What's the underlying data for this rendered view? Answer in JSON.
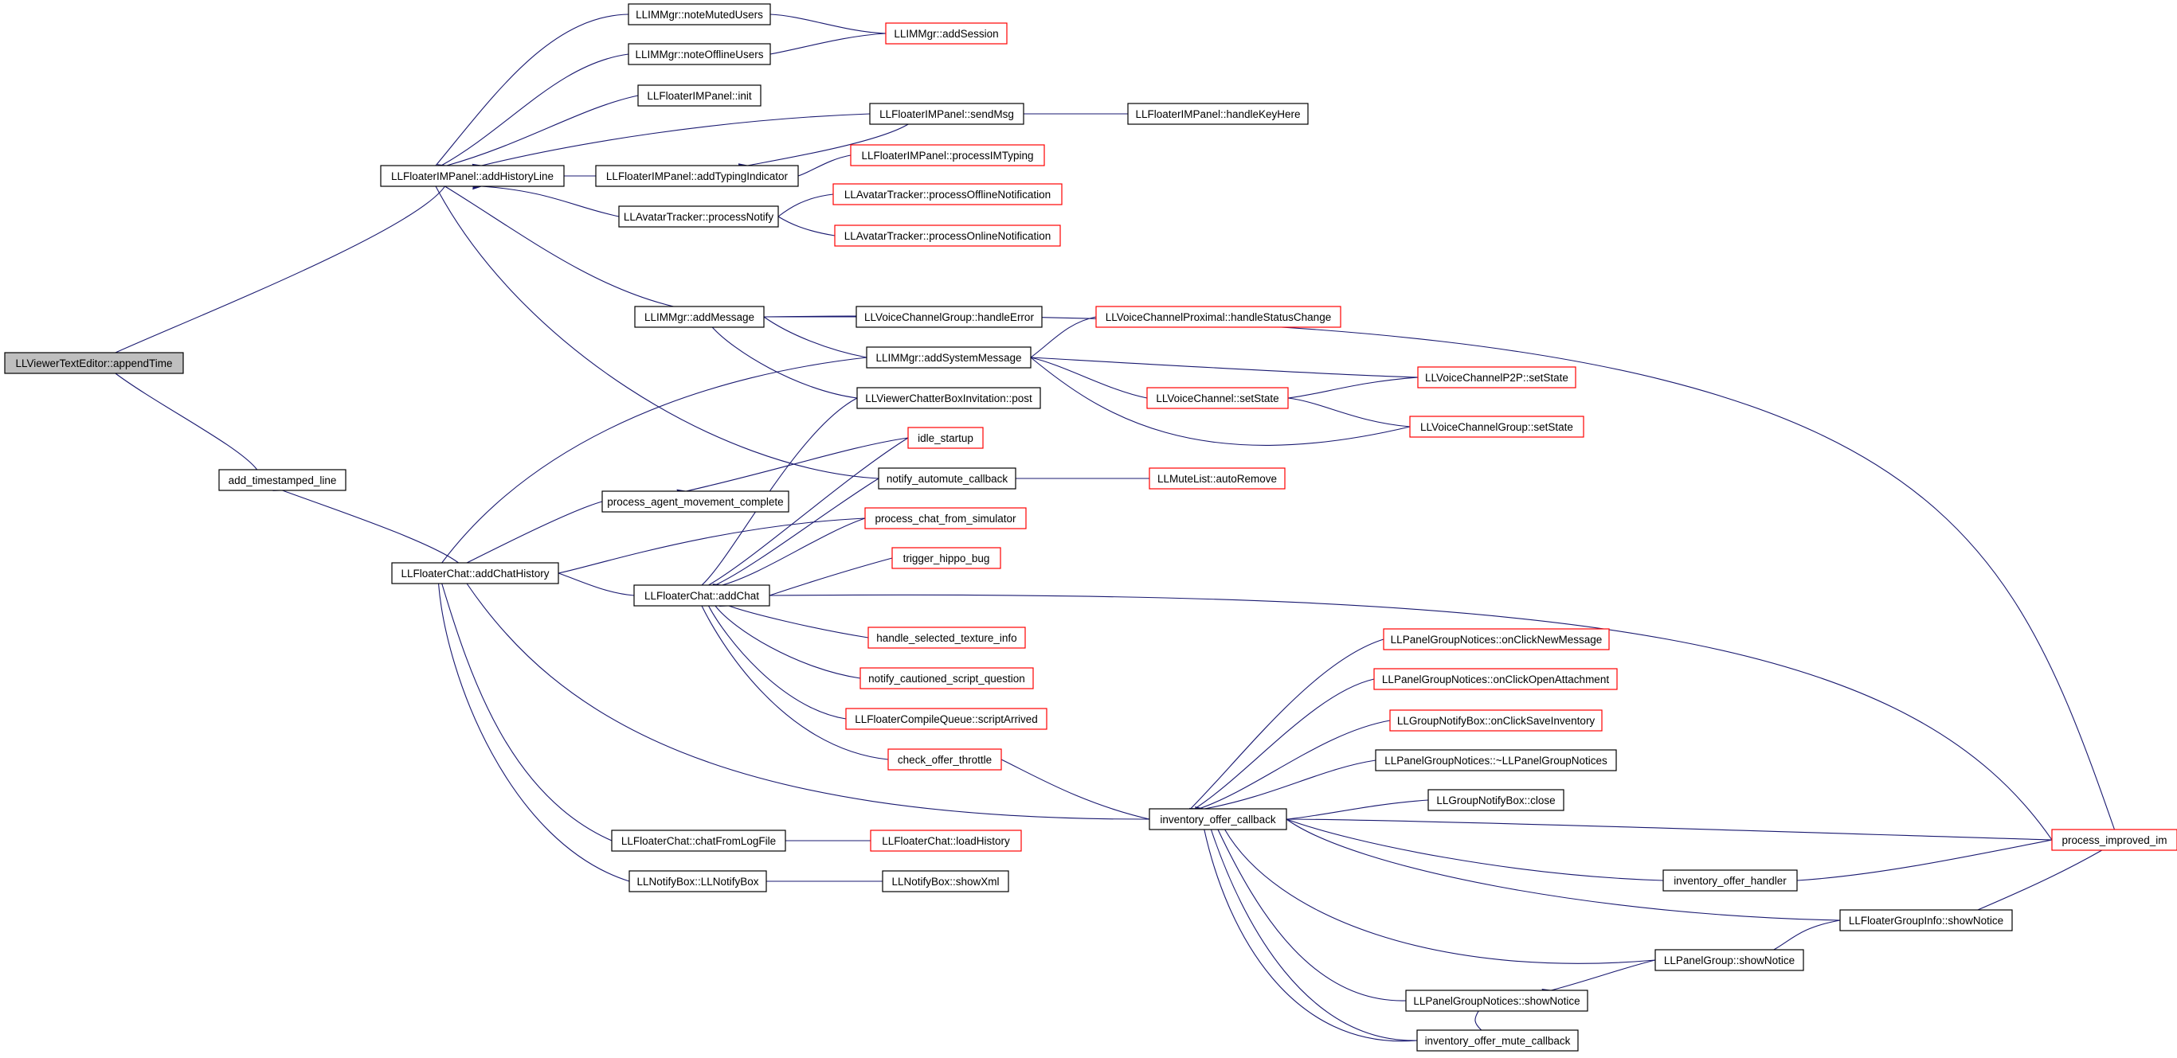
{
  "colors": {
    "edge": "#191970",
    "box_default": "#000000",
    "box_truncated": "#ff0000",
    "root_fill": "#bfbfbf",
    "background": "#ffffff"
  },
  "nodes": [
    {
      "id": "appendTime",
      "label": "LLViewerTextEditor::appendTime",
      "kind": "root"
    },
    {
      "id": "addHistoryLine",
      "label": "LLFloaterIMPanel::addHistoryLine",
      "kind": "default"
    },
    {
      "id": "add_timestamped_line",
      "label": "add_timestamped_line",
      "kind": "default"
    },
    {
      "id": "noteMutedUsers",
      "label": "LLIMMgr::noteMutedUsers",
      "kind": "default"
    },
    {
      "id": "noteOfflineUsers",
      "label": "LLIMMgr::noteOfflineUsers",
      "kind": "default"
    },
    {
      "id": "imInit",
      "label": "LLFloaterIMPanel::init",
      "kind": "default"
    },
    {
      "id": "addTypingIndicator",
      "label": "LLFloaterIMPanel::addTypingIndicator",
      "kind": "default"
    },
    {
      "id": "processNotify",
      "label": "LLAvatarTracker::processNotify",
      "kind": "default"
    },
    {
      "id": "addMessage",
      "label": "LLIMMgr::addMessage",
      "kind": "default"
    },
    {
      "id": "addSession",
      "label": "LLIMMgr::addSession",
      "kind": "truncated"
    },
    {
      "id": "sendMsg",
      "label": "LLFloaterIMPanel::sendMsg",
      "kind": "default"
    },
    {
      "id": "handleKeyHere",
      "label": "LLFloaterIMPanel::handleKeyHere",
      "kind": "default"
    },
    {
      "id": "processIMTyping",
      "label": "LLFloaterIMPanel::processIMTyping",
      "kind": "truncated"
    },
    {
      "id": "processOfflineNotification",
      "label": "LLAvatarTracker::processOfflineNotification",
      "kind": "truncated"
    },
    {
      "id": "processOnlineNotification",
      "label": "LLAvatarTracker::processOnlineNotification",
      "kind": "truncated"
    },
    {
      "id": "handleError",
      "label": "LLVoiceChannelGroup::handleError",
      "kind": "default"
    },
    {
      "id": "addSystemMessage",
      "label": "LLIMMgr::addSystemMessage",
      "kind": "default"
    },
    {
      "id": "handleStatusChange",
      "label": "LLVoiceChannelProximal::handleStatusChange",
      "kind": "truncated"
    },
    {
      "id": "p2pSetState",
      "label": "LLVoiceChannelP2P::setState",
      "kind": "truncated"
    },
    {
      "id": "vcSetState",
      "label": "LLVoiceChannel::setState",
      "kind": "truncated"
    },
    {
      "id": "vcgSetState",
      "label": "LLVoiceChannelGroup::setState",
      "kind": "truncated"
    },
    {
      "id": "chatterPost",
      "label": "LLViewerChatterBoxInvitation::post",
      "kind": "default"
    },
    {
      "id": "idleStartup",
      "label": "idle_startup",
      "kind": "truncated"
    },
    {
      "id": "notifyAutomute",
      "label": "notify_automute_callback",
      "kind": "default"
    },
    {
      "id": "autoRemove",
      "label": "LLMuteList::autoRemove",
      "kind": "truncated"
    },
    {
      "id": "processAgentMovement",
      "label": "process_agent_movement_complete",
      "kind": "default"
    },
    {
      "id": "processChatFromSim",
      "label": "process_chat_from_simulator",
      "kind": "truncated"
    },
    {
      "id": "addChatHistory",
      "label": "LLFloaterChat::addChatHistory",
      "kind": "default"
    },
    {
      "id": "triggerHippoBug",
      "label": "trigger_hippo_bug",
      "kind": "truncated"
    },
    {
      "id": "addChat",
      "label": "LLFloaterChat::addChat",
      "kind": "default"
    },
    {
      "id": "handleSelectedTexture",
      "label": "handle_selected_texture_info",
      "kind": "truncated"
    },
    {
      "id": "notifyCautioned",
      "label": "notify_cautioned_script_question",
      "kind": "truncated"
    },
    {
      "id": "scriptArrived",
      "label": "LLFloaterCompileQueue::scriptArrived",
      "kind": "truncated"
    },
    {
      "id": "checkOfferThrottle",
      "label": "check_offer_throttle",
      "kind": "truncated"
    },
    {
      "id": "onClickNewMessage",
      "label": "LLPanelGroupNotices::onClickNewMessage",
      "kind": "truncated"
    },
    {
      "id": "onClickOpenAttachment",
      "label": "LLPanelGroupNotices::onClickOpenAttachment",
      "kind": "truncated"
    },
    {
      "id": "onClickSaveInventory",
      "label": "LLGroupNotifyBox::onClickSaveInventory",
      "kind": "truncated"
    },
    {
      "id": "dtorGroupNotices",
      "label": "LLPanelGroupNotices::~LLPanelGroupNotices",
      "kind": "default"
    },
    {
      "id": "groupNotifyClose",
      "label": "LLGroupNotifyBox::close",
      "kind": "default"
    },
    {
      "id": "inventoryOfferCallback",
      "label": "inventory_offer_callback",
      "kind": "default"
    },
    {
      "id": "processImprovedIm",
      "label": "process_improved_im",
      "kind": "truncated"
    },
    {
      "id": "chatFromLogFile",
      "label": "LLFloaterChat::chatFromLogFile",
      "kind": "default"
    },
    {
      "id": "loadHistory",
      "label": "LLFloaterChat::loadHistory",
      "kind": "truncated"
    },
    {
      "id": "notifyBoxCtor",
      "label": "LLNotifyBox::LLNotifyBox",
      "kind": "default"
    },
    {
      "id": "showXml",
      "label": "LLNotifyBox::showXml",
      "kind": "default"
    },
    {
      "id": "inventoryOfferHandler",
      "label": "inventory_offer_handler",
      "kind": "default"
    },
    {
      "id": "groupInfoShowNotice",
      "label": "LLFloaterGroupInfo::showNotice",
      "kind": "default"
    },
    {
      "id": "panelGroupShowNotice",
      "label": "LLPanelGroup::showNotice",
      "kind": "default"
    },
    {
      "id": "panelGroupNoticesShowNotice",
      "label": "LLPanelGroupNotices::showNotice",
      "kind": "default"
    },
    {
      "id": "inventoryOfferMuteCallback",
      "label": "inventory_offer_mute_callback",
      "kind": "default"
    }
  ]
}
